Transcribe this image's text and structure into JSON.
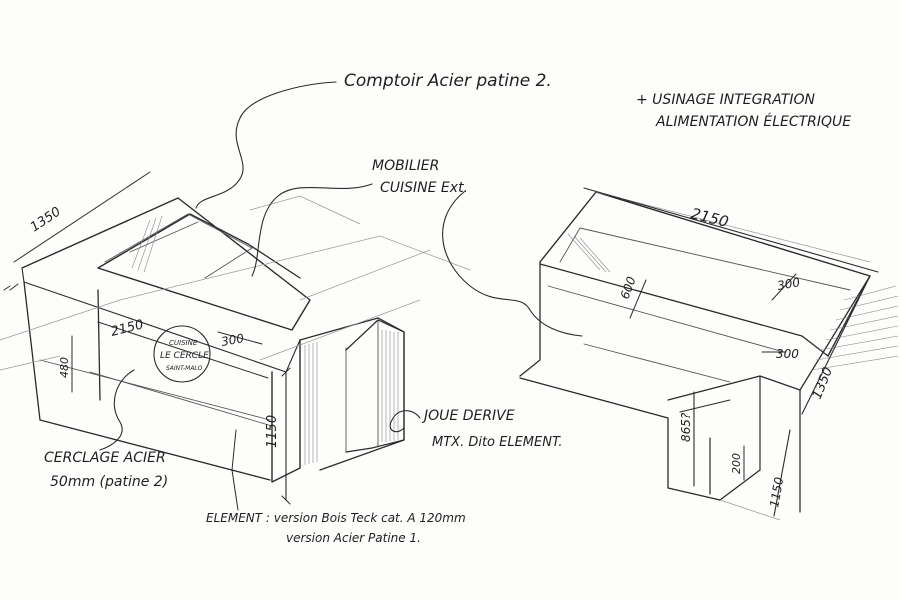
{
  "annotations": {
    "comptoir": "Comptoir Acier patine 2.",
    "usinage_line1": "+ USINAGE INTEGRATION",
    "usinage_line2": "ALIMENTATION ÉLECTRIQUE",
    "mobilier_line1": "MOBILIER",
    "mobilier_line2": "CUISINE Ext.",
    "cerclage_line1": "CERCLAGE ACIER",
    "cerclage_line2": "50mm (patine 2)",
    "element_line1": "ELEMENT : version Bois Teck cat. A 120mm",
    "element_line2": "version Acier Patine 1.",
    "joue_line1": "JOUE DERIVE",
    "joue_line2": "MTX. Dito ELEMENT."
  },
  "logo": {
    "line1": "CUISINE",
    "line2": "LE CERCLE",
    "line3": "SAINT-MALO"
  },
  "dimensions_left": {
    "depth": "1350",
    "length": "2150",
    "top_width": "300",
    "band_height": "480",
    "height": "1150"
  },
  "dimensions_right": {
    "length": "2150",
    "inner_depth": "600",
    "top_width": "300",
    "shelf": "300",
    "depth": "1350",
    "step_height": "865?",
    "plinth": "200",
    "height": "1150"
  },
  "colors": {
    "ink": "#2b2b2b",
    "paper": "#fdfdfc",
    "hatch": "#8a8a8a"
  }
}
